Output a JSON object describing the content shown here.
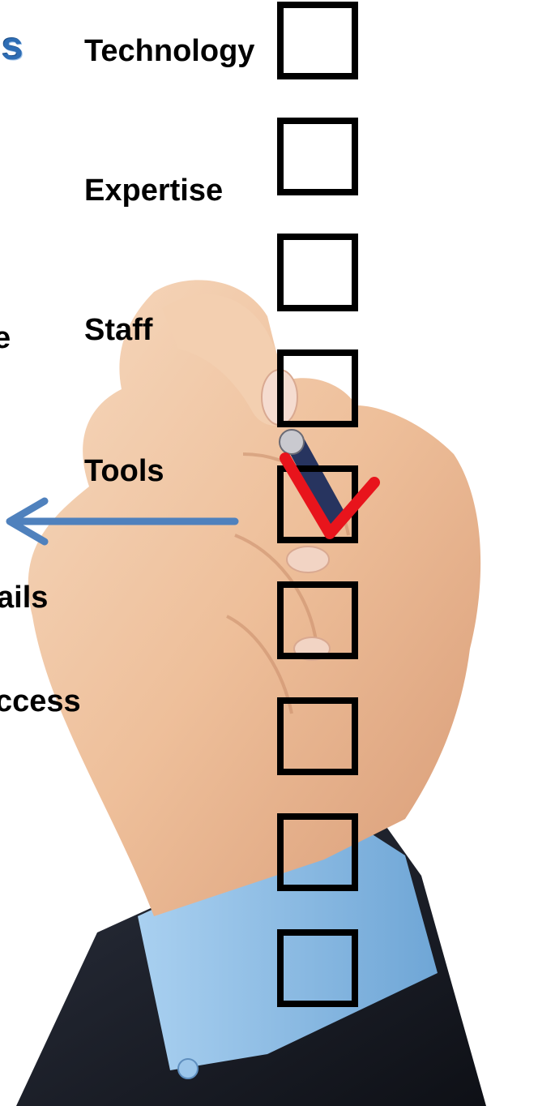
{
  "heading_fragment": "s",
  "checklist": [
    {
      "label": "Technology",
      "checked": false
    },
    {
      "label": "Expertise",
      "checked": false
    },
    {
      "label": "Staff",
      "checked": false
    },
    {
      "label": "",
      "checked": false
    },
    {
      "label": "Tools",
      "checked": true
    },
    {
      "label": "",
      "checked": false
    },
    {
      "label": "",
      "checked": false
    },
    {
      "label": "",
      "checked": false
    },
    {
      "label": "",
      "checked": false
    }
  ],
  "cropped_labels": {
    "staff_edge": "e",
    "details": "ails",
    "access": "ccess"
  },
  "colors": {
    "heading": "#2e6db4",
    "arrow": "#4f81bd",
    "checkmark": "#e8141c",
    "box_stroke": "#000000",
    "label_text": "#000000",
    "suit": "#1b1e27",
    "shirt": "#8fbfe8",
    "skin": "#f0c9a8",
    "pen": "#27345f"
  },
  "icons": {
    "pointer": "left-arrow-icon",
    "check": "checkmark-icon"
  }
}
